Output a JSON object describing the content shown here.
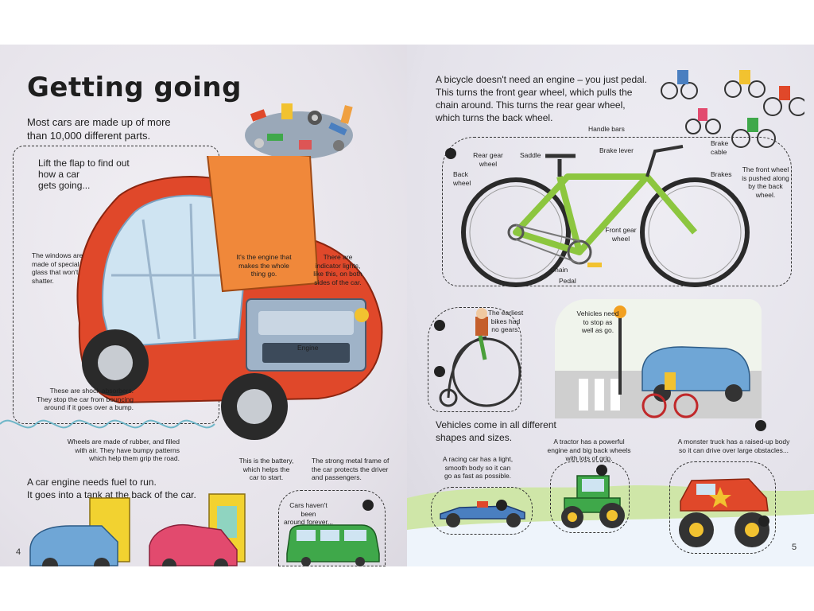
{
  "spread": {
    "page_left": "4",
    "page_right": "5"
  },
  "left": {
    "title": "Getting going",
    "intro_1": "Most cars are made up of more",
    "intro_2": "than 10,000 different parts.",
    "flap_1": "Lift the flap to find out",
    "flap_2": "how a car",
    "flap_3": "gets going...",
    "windows_1": "The windows are",
    "windows_2": "made of special",
    "windows_3": "glass that won't",
    "windows_4": "shatter.",
    "engine_1": "It's the engine that",
    "engine_2": "makes the whole",
    "engine_3": "thing go.",
    "indicator_1": "There are",
    "indicator_2": "indicator lights,",
    "indicator_3": "like this, on both",
    "indicator_4": "sides of the car.",
    "engine_label": "Engine",
    "shock_1": "These are shock absorbers.",
    "shock_2": "They stop the car from bouncing",
    "shock_3": "around if it goes over a bump.",
    "wheels_1": "Wheels are made of rubber, and filled",
    "wheels_2": "with air. They have bumpy patterns",
    "wheels_3": "which help them grip the road.",
    "battery_1": "This is the battery,",
    "battery_2": "which helps the",
    "battery_3": "car to start.",
    "frame_1": "The strong metal frame of",
    "frame_2": "the car protects the driver",
    "frame_3": "and passengers.",
    "fuel_1": "A car engine needs fuel to run.",
    "fuel_2": "It goes into a tank at the back of the car.",
    "forever_1": "Cars haven't been",
    "forever_2": "around forever..."
  },
  "right": {
    "bike_intro_1": "A bicycle doesn't need an engine – you just pedal.",
    "bike_intro_2": "This turns the front gear wheel, which pulls the",
    "bike_intro_3": "chain around. This turns the rear gear wheel,",
    "bike_intro_4": "which turns the back wheel.",
    "handle_bars": "Handle bars",
    "saddle": "Saddle",
    "brake_lever": "Brake lever",
    "brake_cable_1": "Brake",
    "brake_cable_2": "cable",
    "brakes": "Brakes",
    "rear_gear_1": "Rear gear",
    "rear_gear_2": "wheel",
    "back_wheel_1": "Back",
    "back_wheel_2": "wheel",
    "front_note_1": "The front wheel",
    "front_note_2": "is pushed along",
    "front_note_3": "by the back",
    "front_note_4": "wheel.",
    "front_gear_1": "Front gear",
    "front_gear_2": "wheel",
    "chain": "Chain",
    "pedal": "Pedal",
    "earliest_1": "The earliest",
    "earliest_2": "bikes had",
    "earliest_3": "no gears.",
    "stop_1": "Vehicles need",
    "stop_2": "to stop as",
    "stop_3": "well as go.",
    "shapes_1": "Vehicles come in all different",
    "shapes_2": "shapes and sizes.",
    "racing_1": "A racing car has a light,",
    "racing_2": "smooth body so it can",
    "racing_3": "go as fast as possible.",
    "tractor_1": "A tractor has a powerful",
    "tractor_2": "engine and big back wheels",
    "tractor_3": "with lots of grip.",
    "monster_1": "A monster truck has a raised-up body",
    "monster_2": "so it can drive over large obstacles..."
  },
  "colors": {
    "car_red": "#e0482a",
    "bike_green": "#8cc63f",
    "car_blue": "#6fa6d6",
    "van_green": "#3fa84a",
    "ink": "#1e1e1e"
  },
  "icons": [
    "car-illustration",
    "bicycle-illustration",
    "penny-farthing-illustration",
    "racing-car-illustration",
    "tractor-illustration",
    "monster-truck-illustration",
    "fuel-pump-illustration",
    "van-illustration"
  ]
}
